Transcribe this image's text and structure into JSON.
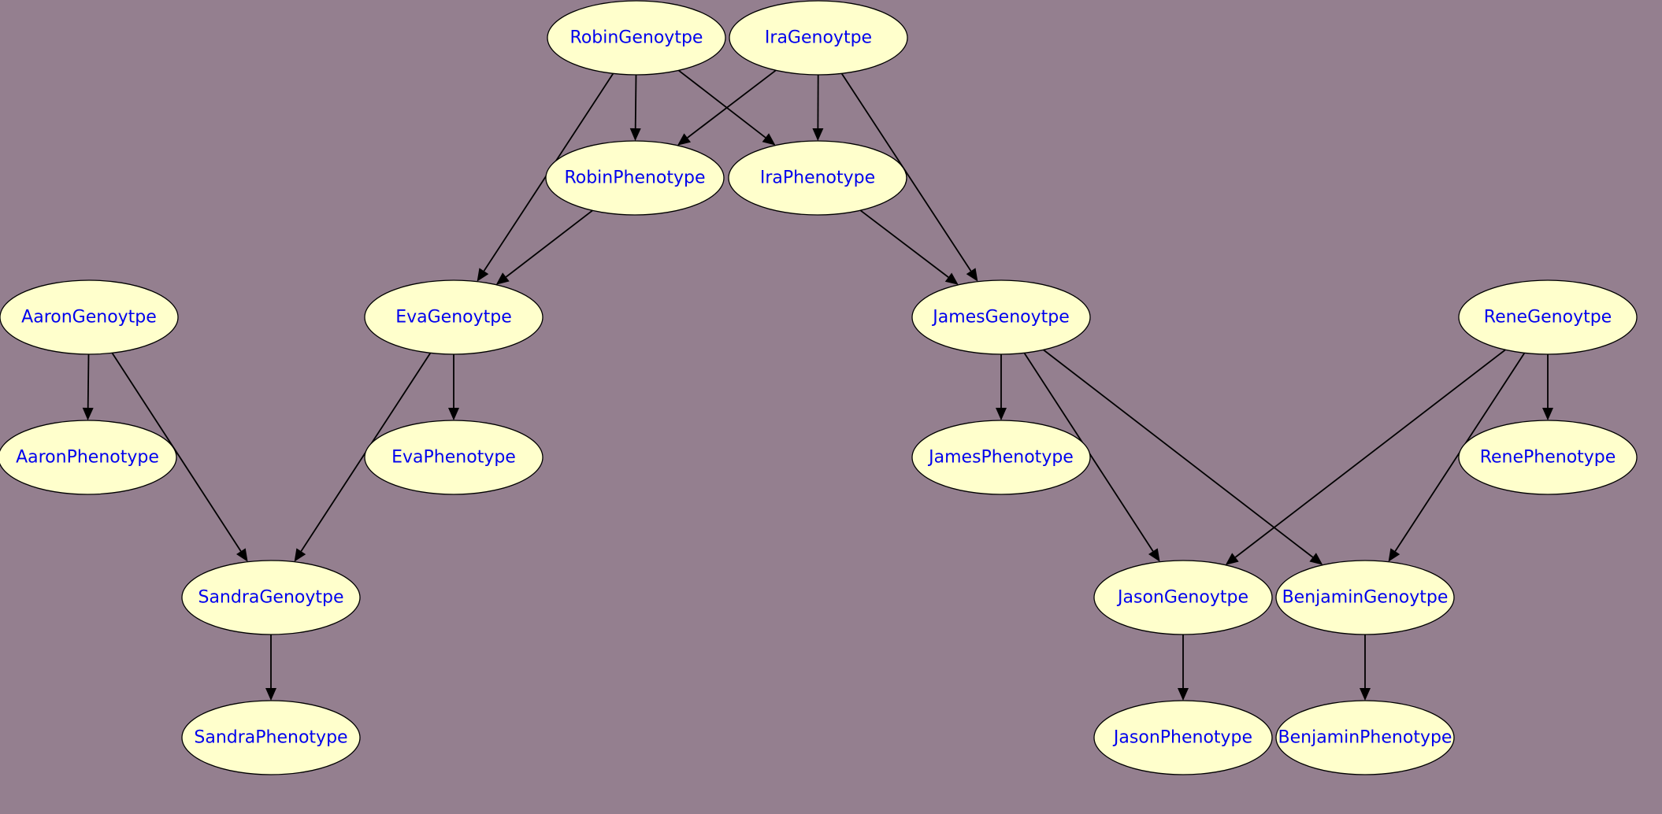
{
  "colors": {
    "background": "#947f8f",
    "node_fill": "#ffffcc",
    "node_stroke": "#000000",
    "label": "#0000ee",
    "edge": "#000000"
  },
  "nodes": [
    {
      "id": "RobinGenoytpe",
      "label": "RobinGenoytpe"
    },
    {
      "id": "IraGenoytpe",
      "label": "IraGenoytpe"
    },
    {
      "id": "RobinPhenotype",
      "label": "RobinPhenotype"
    },
    {
      "id": "IraPhenotype",
      "label": "IraPhenotype"
    },
    {
      "id": "AaronGenoytpe",
      "label": "AaronGenoytpe"
    },
    {
      "id": "EvaGenoytpe",
      "label": "EvaGenoytpe"
    },
    {
      "id": "JamesGenoytpe",
      "label": "JamesGenoytpe"
    },
    {
      "id": "ReneGenoytpe",
      "label": "ReneGenoytpe"
    },
    {
      "id": "AaronPhenotype",
      "label": "AaronPhenotype"
    },
    {
      "id": "EvaPhenotype",
      "label": "EvaPhenotype"
    },
    {
      "id": "JamesPhenotype",
      "label": "JamesPhenotype"
    },
    {
      "id": "RenePhenotype",
      "label": "RenePhenotype"
    },
    {
      "id": "SandraGenoytpe",
      "label": "SandraGenoytpe"
    },
    {
      "id": "JasonGenoytpe",
      "label": "JasonGenoytpe"
    },
    {
      "id": "BenjaminGenoytpe",
      "label": "BenjaminGenoytpe"
    },
    {
      "id": "SandraPhenotype",
      "label": "SandraPhenotype"
    },
    {
      "id": "JasonPhenotype",
      "label": "JasonPhenotype"
    },
    {
      "id": "BenjaminPhenotype",
      "label": "BenjaminPhenotype"
    }
  ],
  "edges": [
    {
      "from": "RobinGenoytpe",
      "to": "RobinPhenotype"
    },
    {
      "from": "RobinGenoytpe",
      "to": "IraPhenotype"
    },
    {
      "from": "RobinGenoytpe",
      "to": "EvaGenoytpe"
    },
    {
      "from": "IraGenoytpe",
      "to": "IraPhenotype"
    },
    {
      "from": "IraGenoytpe",
      "to": "RobinPhenotype"
    },
    {
      "from": "IraGenoytpe",
      "to": "JamesGenoytpe"
    },
    {
      "from": "RobinPhenotype",
      "to": "EvaGenoytpe"
    },
    {
      "from": "IraPhenotype",
      "to": "JamesGenoytpe"
    },
    {
      "from": "AaronGenoytpe",
      "to": "AaronPhenotype"
    },
    {
      "from": "AaronGenoytpe",
      "to": "SandraGenoytpe"
    },
    {
      "from": "EvaGenoytpe",
      "to": "EvaPhenotype"
    },
    {
      "from": "EvaGenoytpe",
      "to": "SandraGenoytpe"
    },
    {
      "from": "JamesGenoytpe",
      "to": "JamesPhenotype"
    },
    {
      "from": "JamesGenoytpe",
      "to": "JasonGenoytpe"
    },
    {
      "from": "JamesGenoytpe",
      "to": "BenjaminGenoytpe"
    },
    {
      "from": "ReneGenoytpe",
      "to": "RenePhenotype"
    },
    {
      "from": "ReneGenoytpe",
      "to": "JasonGenoytpe"
    },
    {
      "from": "ReneGenoytpe",
      "to": "BenjaminGenoytpe"
    },
    {
      "from": "SandraGenoytpe",
      "to": "SandraPhenotype"
    },
    {
      "from": "JasonGenoytpe",
      "to": "JasonPhenotype"
    },
    {
      "from": "BenjaminGenoytpe",
      "to": "BenjaminPhenotype"
    }
  ]
}
